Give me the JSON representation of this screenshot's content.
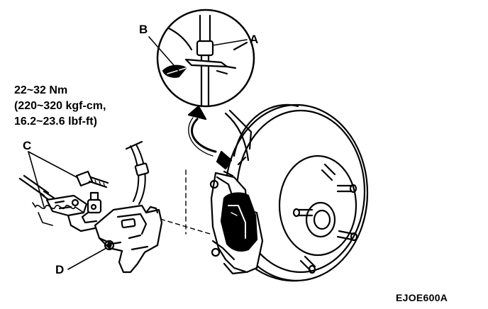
{
  "callouts": {
    "a": "A",
    "b": "B",
    "c": "C",
    "d": "D"
  },
  "torque_spec": {
    "line1": "22~32 Nm",
    "line2": "(220~320 kgf-cm,",
    "line3": "16.2~23.6 lbf-ft)"
  },
  "figure_code": "EJOE600A",
  "colors": {
    "ink": "#000000",
    "paper": "#ffffff"
  },
  "parts": [
    "brake-disc",
    "wheel-hub",
    "wheel-stud",
    "caliper-bracket",
    "brake-pad",
    "brake-hose",
    "guide-rod-bolt",
    "parking-brake-cable",
    "hose-clip"
  ]
}
